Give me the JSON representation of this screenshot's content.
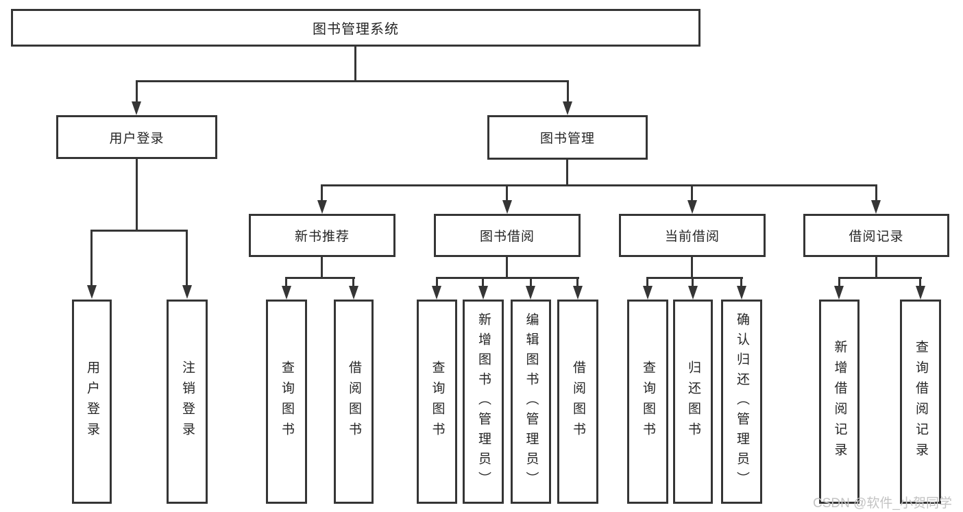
{
  "colors": {
    "line": "#353535",
    "text": "#252525",
    "watermark": "#c3c3c3",
    "background": "#ffffff"
  },
  "nodes": {
    "root": "图书管理系统",
    "userLogin": "用户登录",
    "bookManagement": "图书管理",
    "newBookRecommendation": "新书推荐",
    "bookBorrowing": "图书借阅",
    "currentBorrowing": "当前借阅",
    "borrowingRecords": "借阅记录"
  },
  "leaves": {
    "userLogin": "用户登录",
    "logout": "注销登录",
    "nbQuery": "查询图书",
    "nbBorrow": "借阅图书",
    "bbQuery": "查询图书",
    "bbAdd": "新增图书（管理员）",
    "bbEdit": "编辑图书（管理员）",
    "bbBorrow": "借阅图书",
    "cbQuery": "查询图书",
    "cbReturn": "归还图书",
    "cbConfirm": "确认归还（管理员）",
    "brAdd": "新增借阅记录",
    "brQuery": "查询借阅记录"
  },
  "hierarchy": {
    "图书管理系统": {
      "用户登录": [
        "用户登录",
        "注销登录"
      ],
      "图书管理": {
        "新书推荐": [
          "查询图书",
          "借阅图书"
        ],
        "图书借阅": [
          "查询图书",
          "新增图书（管理员）",
          "编辑图书（管理员）",
          "借阅图书"
        ],
        "当前借阅": [
          "查询图书",
          "归还图书",
          "确认归还（管理员）"
        ],
        "借阅记录": [
          "新增借阅记录",
          "查询借阅记录"
        ]
      }
    }
  },
  "watermark": {
    "text": "CSDN @软件_小贺同学"
  }
}
